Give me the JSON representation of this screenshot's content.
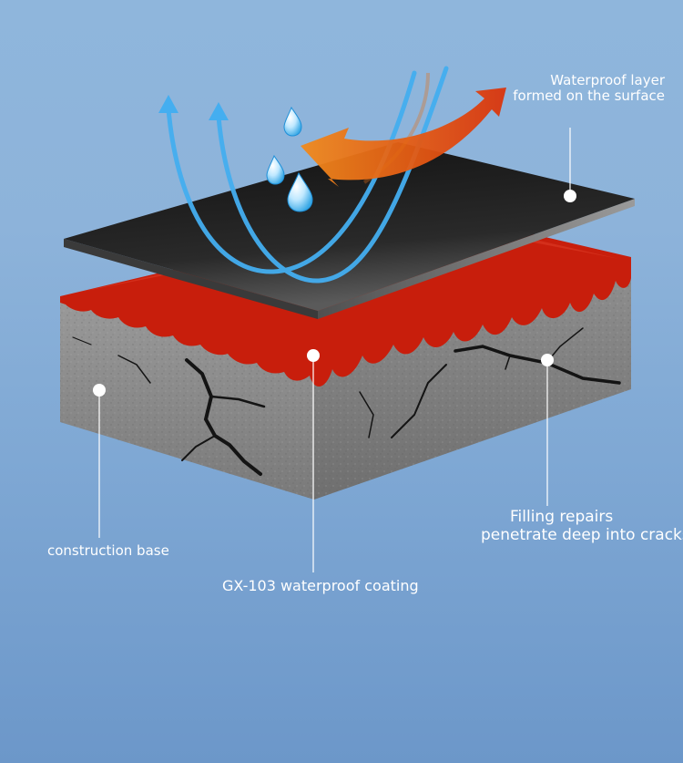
{
  "labels": {
    "waterproof_layer": [
      "Waterproof layer",
      "formed on the surface"
    ],
    "filling_repairs": [
      "Filling repairs",
      "penetrate deep into cracks"
    ],
    "construction_base": "construction base",
    "coating": "GX-103 waterproof coating"
  },
  "icons": [
    "water-drop-icon",
    "arrow-up-icon",
    "curved-arrow-icon"
  ],
  "colors": {
    "background_top": "#8fb6dc",
    "background_bottom": "#6c97c9",
    "membrane": "#1e1e1e",
    "coating_red": "#c81e0c",
    "concrete": "#8c8c8c",
    "water_arrows": "#3fa8e8",
    "reflect_arrow": "#e4540f"
  }
}
